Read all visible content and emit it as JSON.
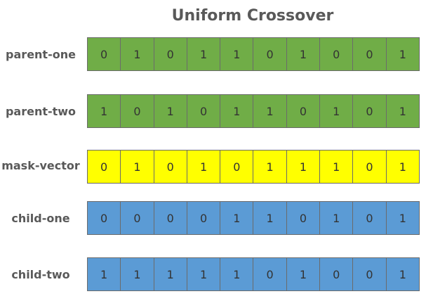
{
  "title": "Uniform Crossover",
  "colors": {
    "parent": "#70ad47",
    "mask": "#ffff00",
    "child": "#5b9bd5"
  },
  "rows": [
    {
      "label": "parent-one",
      "kind": "parent",
      "bits": [
        "0",
        "1",
        "0",
        "1",
        "1",
        "0",
        "1",
        "0",
        "0",
        "1"
      ]
    },
    {
      "label": "parent-two",
      "kind": "parent",
      "bits": [
        "1",
        "0",
        "1",
        "0",
        "1",
        "1",
        "0",
        "1",
        "0",
        "1"
      ]
    },
    {
      "label": "mask-vector",
      "kind": "mask",
      "bits": [
        "0",
        "1",
        "0",
        "1",
        "0",
        "1",
        "1",
        "1",
        "0",
        "1"
      ]
    },
    {
      "label": "child-one",
      "kind": "child",
      "bits": [
        "0",
        "0",
        "0",
        "0",
        "1",
        "1",
        "0",
        "1",
        "0",
        "1"
      ]
    },
    {
      "label": "child-two",
      "kind": "child",
      "bits": [
        "1",
        "1",
        "1",
        "1",
        "1",
        "0",
        "1",
        "0",
        "0",
        "1"
      ]
    }
  ]
}
